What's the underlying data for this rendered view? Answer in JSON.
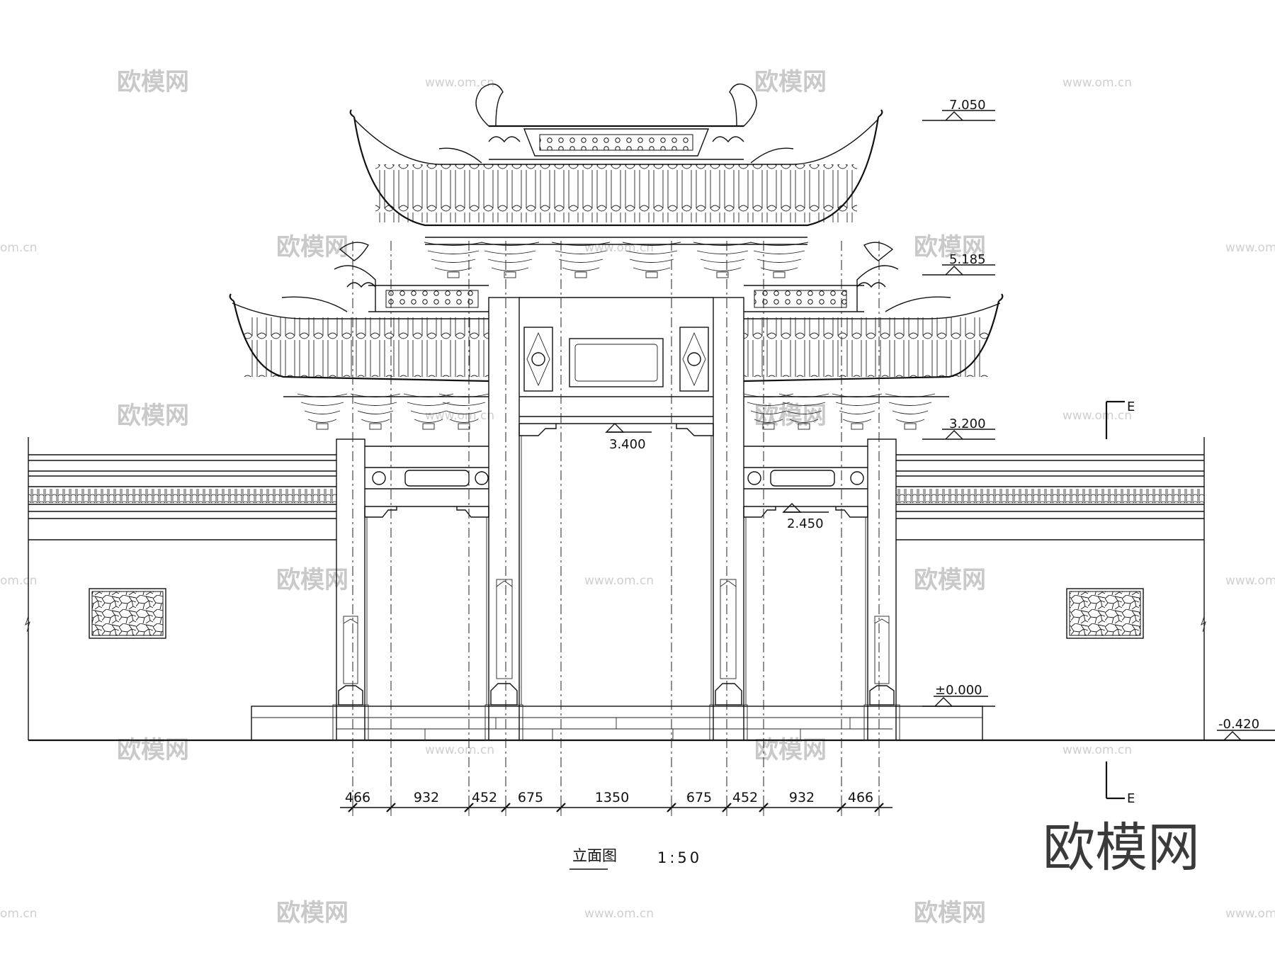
{
  "drawing": {
    "title": "立面图",
    "scale": "1:50",
    "section_marker": "E"
  },
  "elevations": [
    "7.050",
    "5.185",
    "3.400",
    "3.200",
    "2.450",
    "±0.000",
    "-0.420"
  ],
  "dimensions": [
    "466",
    "932",
    "452",
    "675",
    "1350",
    "675",
    "452",
    "932",
    "466"
  ],
  "watermark": {
    "brand": "欧模网",
    "url": "www.om.cn",
    "url_short": "om.cn"
  }
}
